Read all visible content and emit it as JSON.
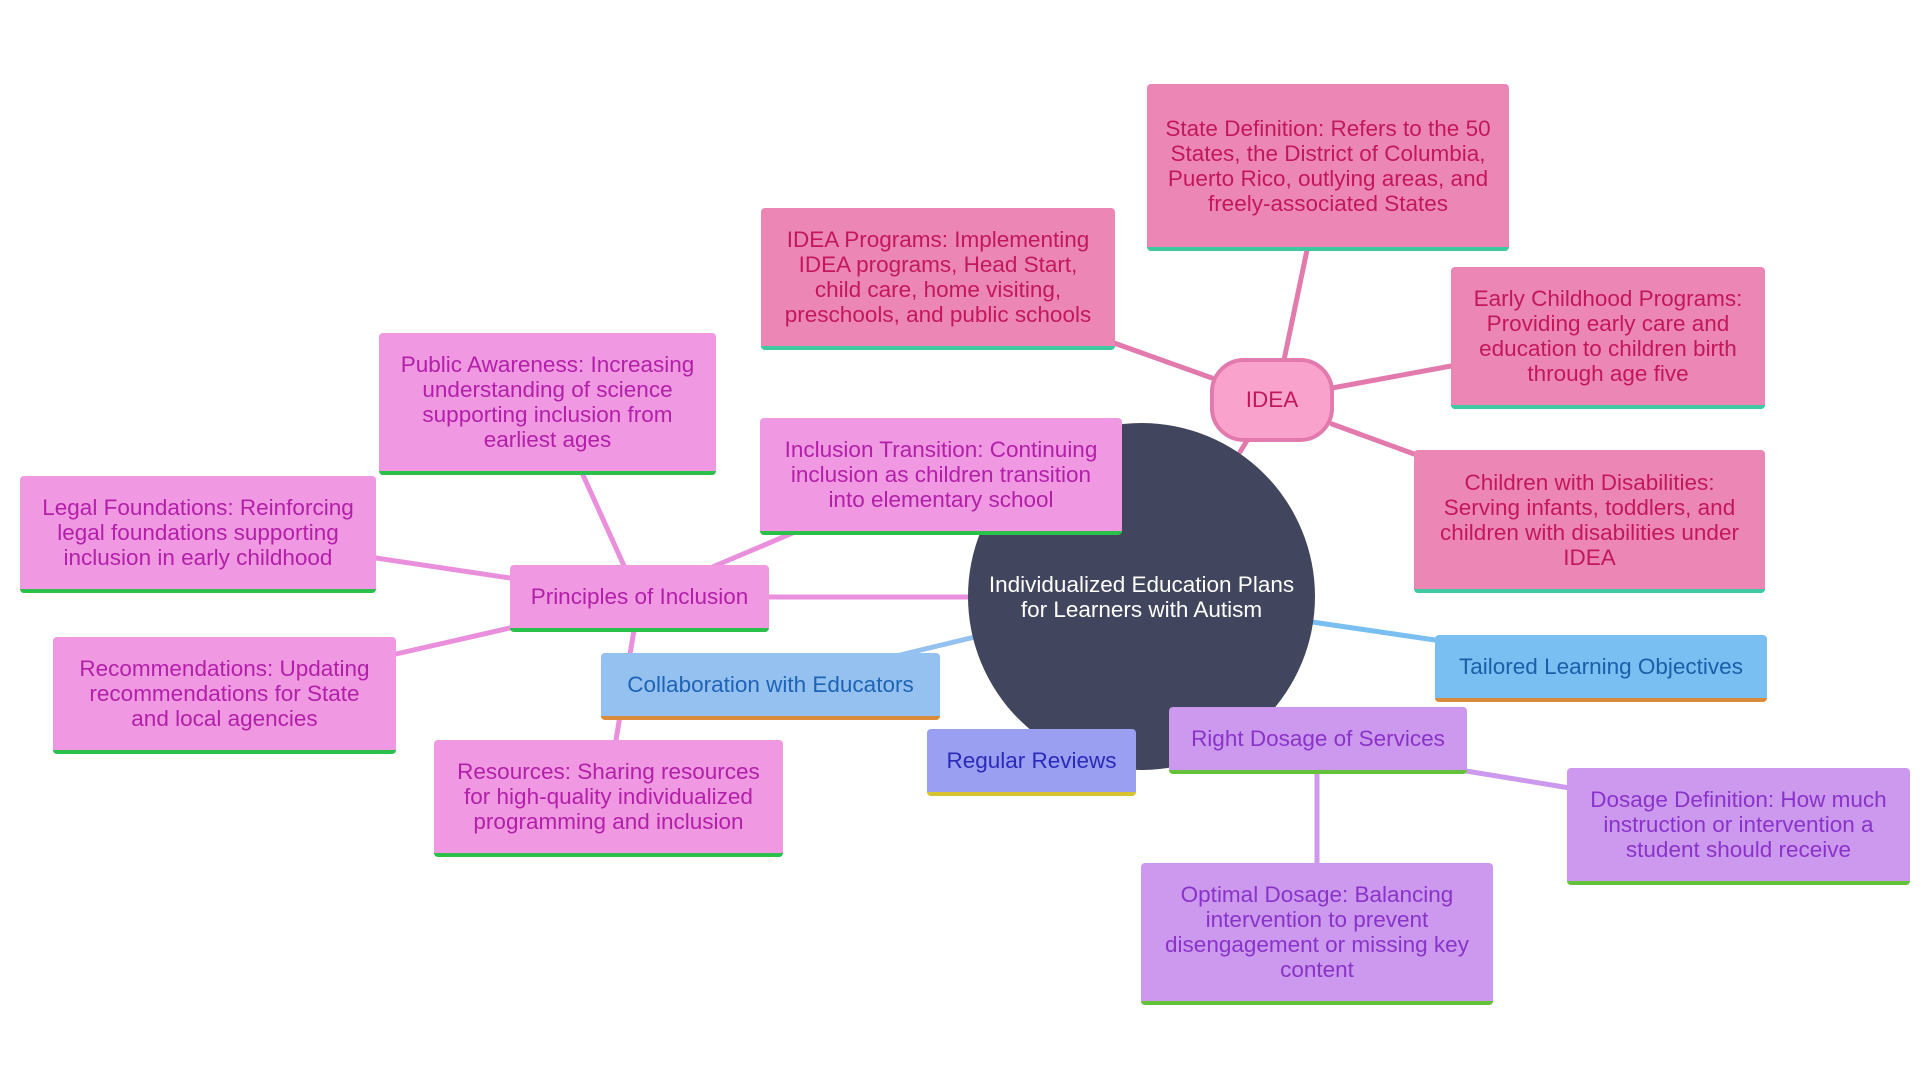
{
  "colors": {
    "center_fill": "#41455d",
    "pink_branch": "#ec87b5",
    "magenta_branch": "#f198e3",
    "violet_branch": "#cc99ef",
    "blue_branch": "#94c1f0",
    "indigo_branch": "#9b9ff2",
    "green_underline": "#2ac04a",
    "teal_underline": "#3ec9a0",
    "orange_underline": "#d98a3a",
    "yellow_underline": "#d6c42e"
  },
  "center": {
    "label": "Individualized Education Plans for Learners with Autism"
  },
  "idea": {
    "label": "IDEA",
    "state_definition": "State Definition: Refers to the 50 States, the District of Columbia, Puerto Rico, outlying areas, and freely-associated States",
    "programs": "IDEA Programs: Implementing IDEA programs, Head Start, child care, home visiting, preschools, and public schools",
    "early_childhood": "Early Childhood Programs: Providing early care and education to children birth through age five",
    "disabilities": "Children with Disabilities: Serving infants, toddlers, and children with disabilities under IDEA"
  },
  "inclusion": {
    "label": "Principles of Inclusion",
    "public_awareness": "Public Awareness: Increasing understanding of science supporting inclusion from earliest ages",
    "transition": "Inclusion Transition: Continuing inclusion as children transition into elementary school",
    "legal": "Legal Foundations: Reinforcing legal foundations supporting inclusion in early childhood",
    "recommendations": "Recommendations: Updating recommendations for State and local agencies",
    "resources": "Resources: Sharing resources for high-quality individualized programming and inclusion"
  },
  "collaboration": {
    "label": "Collaboration with Educators"
  },
  "tailored": {
    "label": "Tailored Learning Objectives"
  },
  "reviews": {
    "label": "Regular Reviews"
  },
  "dosage": {
    "label": "Right Dosage of Services",
    "definition": "Dosage Definition: How much instruction or intervention a student should receive",
    "optimal": "Optimal Dosage: Balancing intervention to prevent disengagement or missing key content"
  }
}
